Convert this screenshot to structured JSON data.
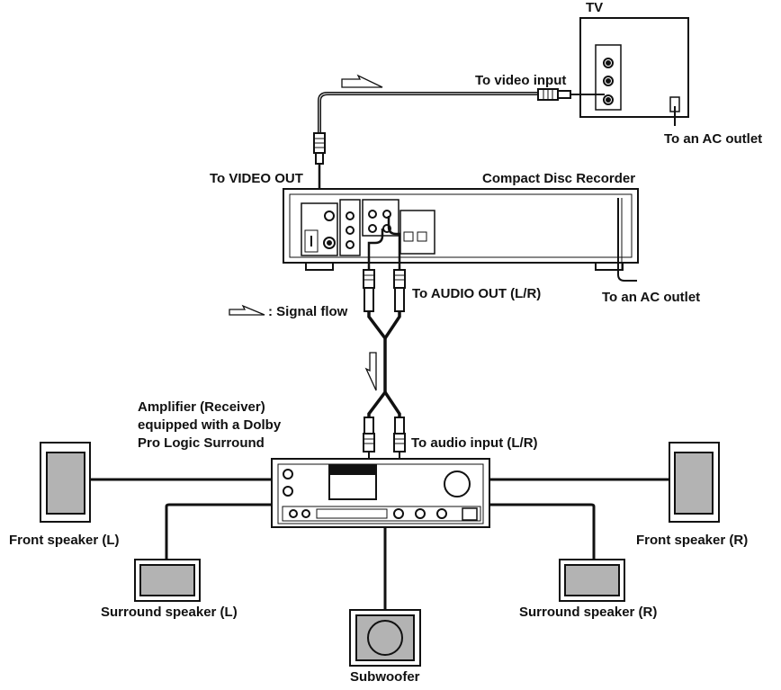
{
  "labels": {
    "tv": "TV",
    "video_input": "To video input",
    "ac_outlet_tv": "To an AC outlet",
    "video_out": "To VIDEO OUT",
    "recorder": "Compact Disc Recorder",
    "ac_outlet_recorder": "To an AC outlet",
    "signal_flow": ": Signal flow",
    "audio_out": "To AUDIO OUT (L/R)",
    "amplifier_line1": "Amplifier (Receiver)",
    "amplifier_line2": "equipped with a Dolby",
    "amplifier_line3": "Pro Logic Surround",
    "audio_input": "To audio input (L/R)",
    "front_speaker_l": "Front speaker (L)",
    "front_speaker_r": "Front speaker (R)",
    "surround_speaker_l": "Surround speaker (L)",
    "surround_speaker_r": "Surround speaker (R)",
    "subwoofer": "Subwoofer"
  },
  "colors": {
    "line": "#111111",
    "speaker_fill": "#b3b3b3",
    "panel_fill": "#ffffff"
  }
}
